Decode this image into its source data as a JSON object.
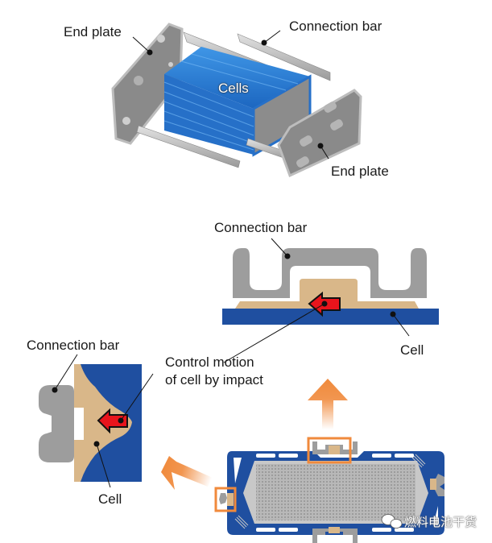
{
  "figure": {
    "assembly_view": {
      "labels": {
        "end_plate_left": "End plate",
        "connection_bar_top": "Connection bar",
        "cells": "Cells",
        "end_plate_right": "End plate"
      }
    },
    "detail_top": {
      "labels": {
        "connection_bar": "Connection bar",
        "cell": "Cell"
      }
    },
    "detail_left": {
      "labels": {
        "connection_bar": "Connection bar",
        "control_motion_line1": "Control motion",
        "control_motion_line2": "of cell by impact",
        "cell": "Cell"
      }
    },
    "cross_section": {
      "description": "Cell cross-section with highlighted connection bar locations"
    },
    "watermark": {
      "icon": "wechat-icon",
      "text": "燃料电池干货"
    }
  },
  "colors": {
    "cell_blue": "#1f4fa0",
    "cell_3d_blue": "#2a7fd4",
    "bar_gray": "#a0a0a0",
    "tan": "#d9b789",
    "impact_red": "#e8141c",
    "highlight_orange": "#f08a3c"
  }
}
